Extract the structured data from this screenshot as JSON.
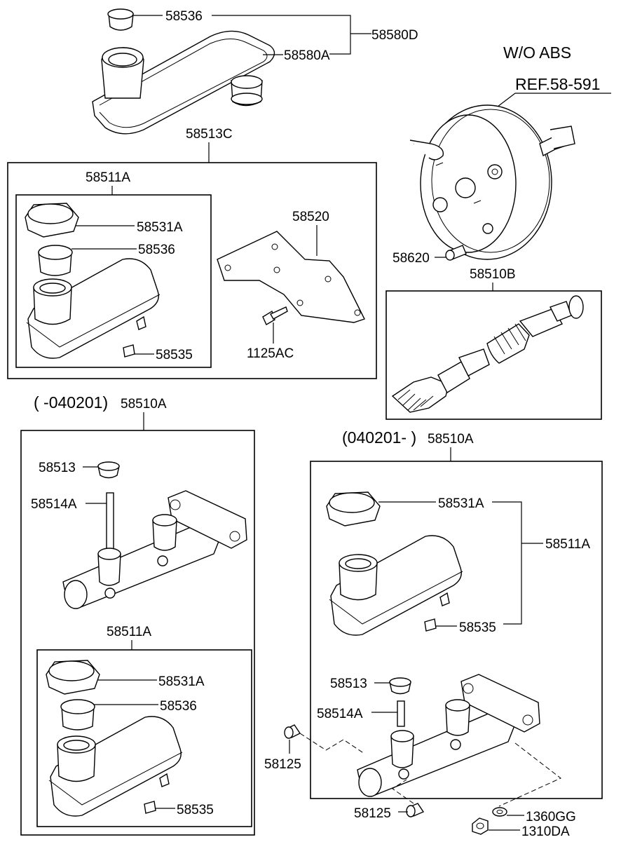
{
  "labels": {
    "cap_top": "58536",
    "reservoir_assy": "58580D",
    "reservoir": "58580A",
    "wo_abs": "W/O ABS",
    "ref_booster": "REF.58-591",
    "reservoir_group": "58513C",
    "reservoir_assy_a": "58511A",
    "cap_a": "58531A",
    "seal_a": "58536",
    "bracket": "58520",
    "sensor_a": "58535",
    "bolt": "1125AC",
    "nut_booster": "58620",
    "piston_kit": "58510B",
    "date_early": "( -040201)",
    "mc_early": "58510A",
    "grommet_early": "58513",
    "pin_early": "58514A",
    "reservoir_assy_b": "58511A",
    "cap_b": "58531A",
    "seal_b": "58536",
    "sensor_b": "58535",
    "date_late": "(040201- )",
    "mc_late": "58510A",
    "cap_c": "58531A",
    "reservoir_assy_c": "58511A",
    "sensor_c": "58535",
    "grommet_late": "58513",
    "pin_late": "58514A",
    "plug_left": "58125",
    "plug_bottom": "58125",
    "washer": "1360GG",
    "nut": "1310DA"
  },
  "colors": {
    "line": "#000000",
    "background": "#ffffff"
  }
}
